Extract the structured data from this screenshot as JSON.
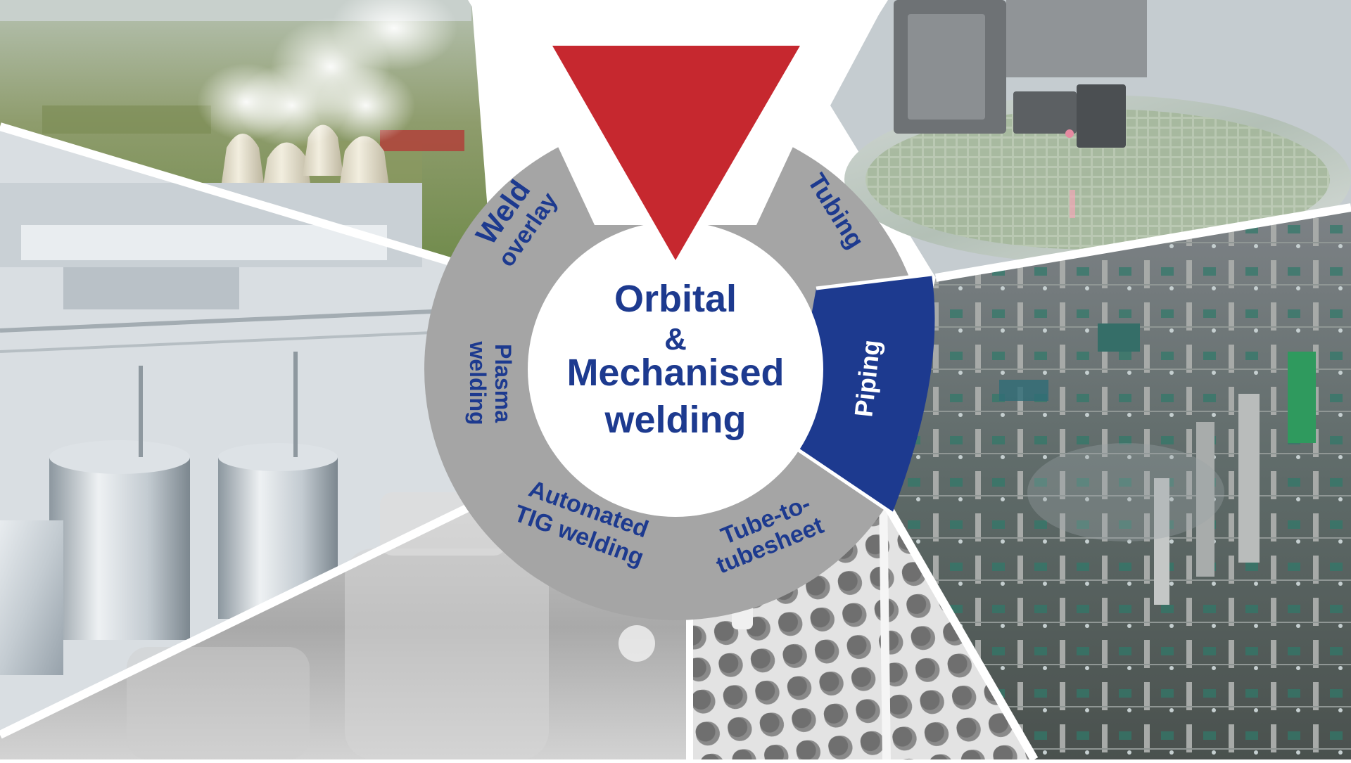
{
  "diagram": {
    "center": {
      "line1": "Orbital",
      "line2": "&",
      "line3": "Mechanised",
      "line4": "welding"
    },
    "segments": {
      "weld_overlay": {
        "line1": "Weld",
        "line2": "overlay"
      },
      "tubing": "Tubing",
      "piping": "Piping",
      "tube_to_tubesheet": {
        "line1": "Tube-to-",
        "line2": "tubesheet"
      },
      "automated_tig": {
        "line1": "Automated",
        "line2": "TIG welding"
      },
      "plasma": {
        "line1": "Plasma",
        "line2": "welding"
      }
    },
    "highlighted_segment": "Piping",
    "photos": [
      "cooling-towers-power-plant",
      "laser-welding-head-over-wafer",
      "stainless-steel-process-tanks",
      "oil-refinery-aerial",
      "glass-vials-production",
      "perforated-tubesheet"
    ]
  },
  "colors": {
    "brand_blue": "#1d3a8f",
    "brand_red": "#c6282f",
    "ring_gray": "#a5a5a5",
    "center_white": "#ffffff",
    "divider_white": "#ffffff"
  }
}
